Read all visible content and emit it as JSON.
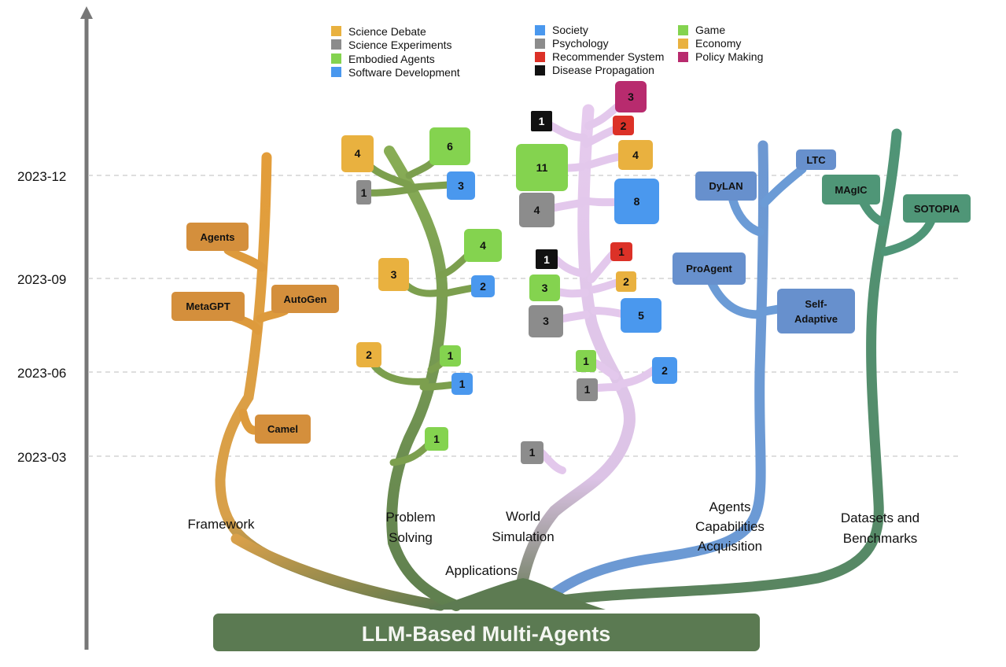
{
  "time_axis": {
    "ticks": [
      "2023-12",
      "2023-09",
      "2023-06",
      "2023-03"
    ]
  },
  "root": {
    "label": "LLM-Based Multi-Agents"
  },
  "branches": {
    "framework": "Framework",
    "problem_solving": [
      "Problem",
      "Solving"
    ],
    "world_simulation": [
      "World",
      "Simulation"
    ],
    "applications": "Applications",
    "capabilities": [
      "Agents",
      "Capabilities",
      "Acquisition"
    ],
    "datasets": [
      "Datasets and",
      "Benchmarks"
    ]
  },
  "legend": {
    "problem_solving": [
      {
        "label": "Science Debate",
        "color": "#e9b13f"
      },
      {
        "label": "Science Experiments",
        "color": "#8c8c8c"
      },
      {
        "label": "Embodied Agents",
        "color": "#84d34f"
      },
      {
        "label": "Software Development",
        "color": "#4a98ee"
      }
    ],
    "world_simulation_a": [
      {
        "label": "Society",
        "color": "#4a98ee"
      },
      {
        "label": "Psychology",
        "color": "#8c8c8c"
      },
      {
        "label": "Recommender System",
        "color": "#dc3127"
      },
      {
        "label": "Disease Propagation",
        "color": "#111111"
      }
    ],
    "world_simulation_b": [
      {
        "label": "Game",
        "color": "#84d34f"
      },
      {
        "label": "Economy",
        "color": "#e9b13f"
      },
      {
        "label": "Policy Making",
        "color": "#b82b6e"
      }
    ]
  },
  "framework_nodes": [
    "Agents",
    "MetaGPT",
    "AutoGen",
    "Camel"
  ],
  "problem_solving_counts": [
    {
      "period": "2023-03",
      "category": "Embodied Agents",
      "count": "1"
    },
    {
      "period": "2023-06",
      "category": "Science Debate",
      "count": "2"
    },
    {
      "period": "2023-06",
      "category": "Embodied Agents",
      "count": "1"
    },
    {
      "period": "2023-06",
      "category": "Software Development",
      "count": "1"
    },
    {
      "period": "2023-09",
      "category": "Science Debate",
      "count": "3"
    },
    {
      "period": "2023-09",
      "category": "Embodied Agents",
      "count": "4"
    },
    {
      "period": "2023-09",
      "category": "Software Development",
      "count": "2"
    },
    {
      "period": "2023-12",
      "category": "Science Debate",
      "count": "4"
    },
    {
      "period": "2023-12",
      "category": "Embodied Agents",
      "count": "6"
    },
    {
      "period": "2023-12",
      "category": "Science Experiments",
      "count": "1"
    },
    {
      "period": "2023-12",
      "category": "Software Development",
      "count": "3"
    }
  ],
  "world_simulation_counts": [
    {
      "period": "2023-03",
      "category": "Psychology",
      "count": "1"
    },
    {
      "period": "2023-06",
      "category": "Game",
      "count": "1"
    },
    {
      "period": "2023-06",
      "category": "Psychology",
      "count": "1"
    },
    {
      "period": "2023-06",
      "category": "Society",
      "count": "2"
    },
    {
      "period": "2023-09",
      "category": "Disease Propagation",
      "count": "1"
    },
    {
      "period": "2023-09",
      "category": "Recommender System",
      "count": "1"
    },
    {
      "period": "2023-09",
      "category": "Game",
      "count": "3"
    },
    {
      "period": "2023-09",
      "category": "Economy",
      "count": "2"
    },
    {
      "period": "2023-09",
      "category": "Psychology",
      "count": "3"
    },
    {
      "period": "2023-09",
      "category": "Society",
      "count": "5"
    },
    {
      "period": "2023-12",
      "category": "Policy Making",
      "count": "3"
    },
    {
      "period": "2023-12",
      "category": "Disease Propagation",
      "count": "1"
    },
    {
      "period": "2023-12",
      "category": "Recommender System",
      "count": "2"
    },
    {
      "period": "2023-12",
      "category": "Game",
      "count": "11"
    },
    {
      "period": "2023-12",
      "category": "Economy",
      "count": "4"
    },
    {
      "period": "2023-12",
      "category": "Psychology",
      "count": "4"
    },
    {
      "period": "2023-12",
      "category": "Society",
      "count": "8"
    }
  ],
  "capabilities_nodes": [
    "DyLAN",
    "LTC",
    "ProAgent",
    "Self-",
    "Adaptive"
  ],
  "dataset_nodes": [
    "MAgIC",
    "SOTOPIA"
  ],
  "colors": {
    "framework": "#dd9a3c",
    "framework_node": "#d48f3c",
    "problem_solving": "#7c9f4e",
    "world_simulation": "#e3c8ec",
    "capabilities": "#6b9bd6",
    "capabilities_node": "#6790cd",
    "datasets": "#4f9577",
    "datasets_node": "#4f9677",
    "root": "#5b7a52"
  }
}
